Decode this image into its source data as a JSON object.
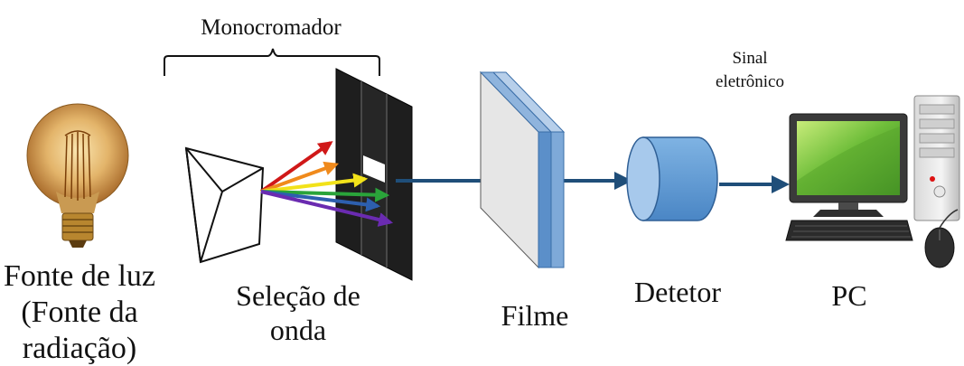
{
  "monochromator_label": "Monocromador",
  "light_source": {
    "line1": "Fonte de luz",
    "line2": "(Fonte da",
    "line3": "radiação)"
  },
  "wavelength_selection": {
    "line1": "Seleção de",
    "line2": "onda"
  },
  "film_label": "Filme",
  "detector_label": "Detetor",
  "signal": {
    "line1": "Sinal",
    "line2": "eletrônico"
  },
  "pc_label": "PC",
  "colors": {
    "flow_arrow": "#1f4e79",
    "filter_panel": "#1e1e1e",
    "film_face": "#e6e6e6",
    "film_edge": "#5b8fc9",
    "detector": "#5b9bd5",
    "monitor_screen": "#6fbe3a",
    "ray_colors": [
      "#d01818",
      "#f08a1c",
      "#f2e21a",
      "#2aa43a",
      "#2d5fae",
      "#6a2bb0"
    ]
  }
}
